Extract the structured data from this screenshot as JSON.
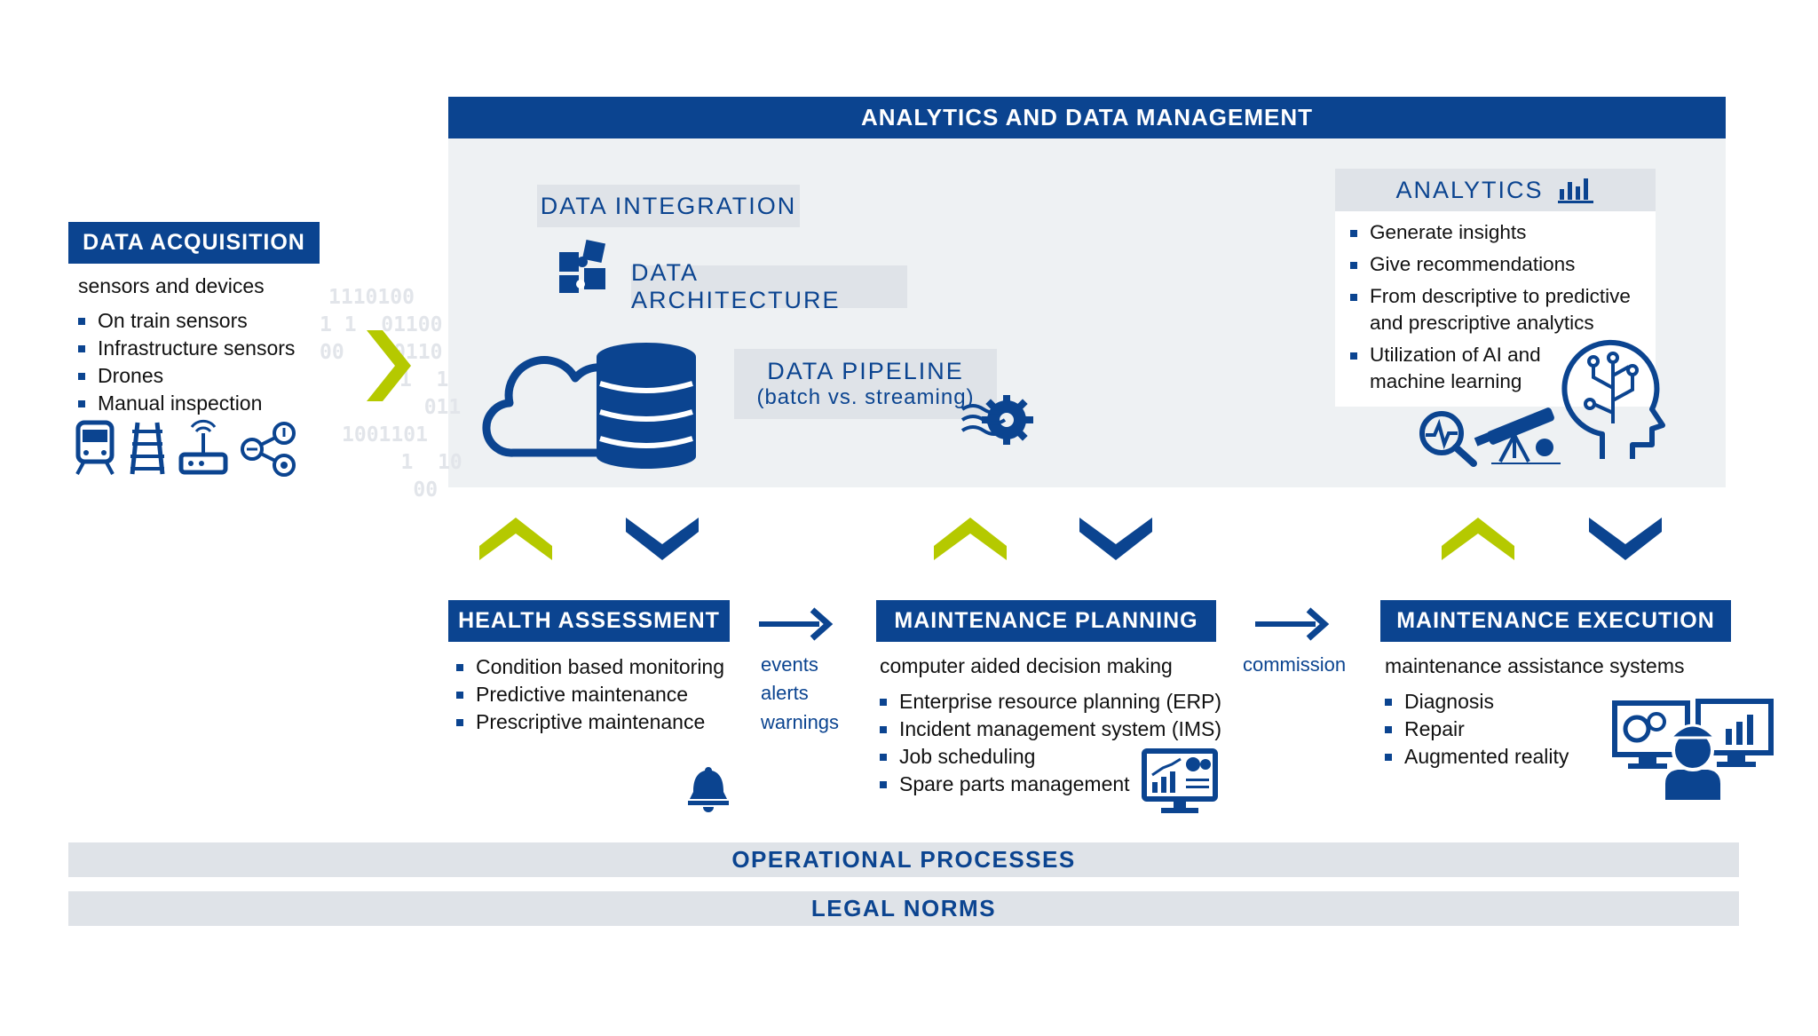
{
  "analytics_data_management": {
    "title": "ANALYTICS AND DATA MANAGEMENT"
  },
  "data_acquisition": {
    "title": "DATA ACQUISITION",
    "subtitle": "sensors and devices",
    "items": [
      "On train sensors",
      "Infrastructure sensors",
      "Drones",
      "Manual inspection"
    ],
    "binary_lines": [
      "1110100",
      "1 1  01100",
      "00    0110",
      "1  1",
      "  011",
      "1001101",
      "   1  10",
      "    00"
    ]
  },
  "data_integration": {
    "title": "DATA INTEGRATION"
  },
  "data_architecture": {
    "title": "DATA ARCHITECTURE"
  },
  "data_pipeline": {
    "title": "DATA PIPELINE",
    "subtitle": "(batch vs. streaming)"
  },
  "analytics": {
    "title": "ANALYTICS",
    "items": [
      "Generate insights",
      "Give recommendations",
      "From descriptive to predictive and prescriptive analytics",
      "Utilization of AI and machine learning"
    ]
  },
  "health_assessment": {
    "title": "HEALTH ASSESSMENT",
    "items": [
      "Condition based monitoring",
      "Predictive maintenance",
      "Prescriptive maintenance"
    ]
  },
  "flow_labels": {
    "events": "events",
    "alerts": "alerts",
    "warnings": "warnings",
    "commission": "commission"
  },
  "maintenance_planning": {
    "title": "MAINTENANCE PLANNING",
    "subtitle": "computer aided decision making",
    "items": [
      "Enterprise resource planning (ERP)",
      "Incident management system (IMS)",
      "Job scheduling",
      "Spare parts management"
    ]
  },
  "maintenance_execution": {
    "title": "MAINTENANCE EXECUTION",
    "subtitle": "maintenance assistance systems",
    "items": [
      "Diagnosis",
      "Repair",
      "Augmented reality"
    ]
  },
  "operational_processes": "OPERATIONAL  PROCESSES",
  "legal_norms": "LEGAL  NORMS",
  "colors": {
    "navy": "#0b4490",
    "lime": "#b5c900",
    "light_gray": "#eef1f3",
    "box_gray": "#dfe3e8"
  }
}
